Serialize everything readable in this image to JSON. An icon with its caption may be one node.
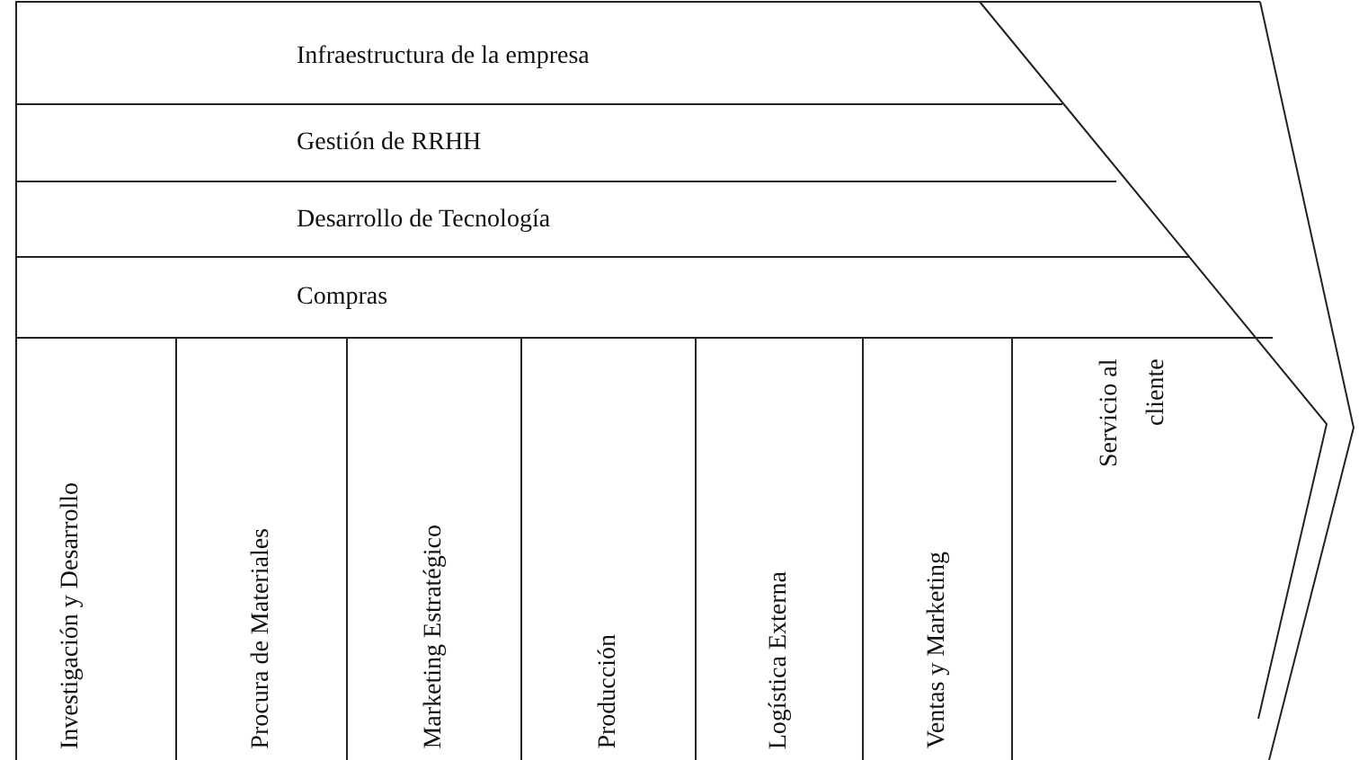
{
  "diagram": {
    "nodes": [
      {
        "text": [
          "Infraestructura de la empresa"
        ]
      },
      {
        "text": [
          "Gestión de RRHH"
        ]
      },
      {
        "text": [
          "Desarrollo de Tecnología"
        ]
      },
      {
        "text": [
          "Compras"
        ]
      },
      {
        "text": [
          "Investigación y Desarrollo"
        ]
      },
      {
        "text": [
          "Procura de Materiales"
        ]
      },
      {
        "text": [
          "Marketing Estratégico"
        ]
      },
      {
        "text": [
          "Producción"
        ]
      },
      {
        "text": [
          "Logística Externa"
        ]
      },
      {
        "text": [
          "Ventas y Marketing"
        ]
      },
      {
        "text": [
          "Servicio al cliente"
        ]
      }
    ]
  }
}
